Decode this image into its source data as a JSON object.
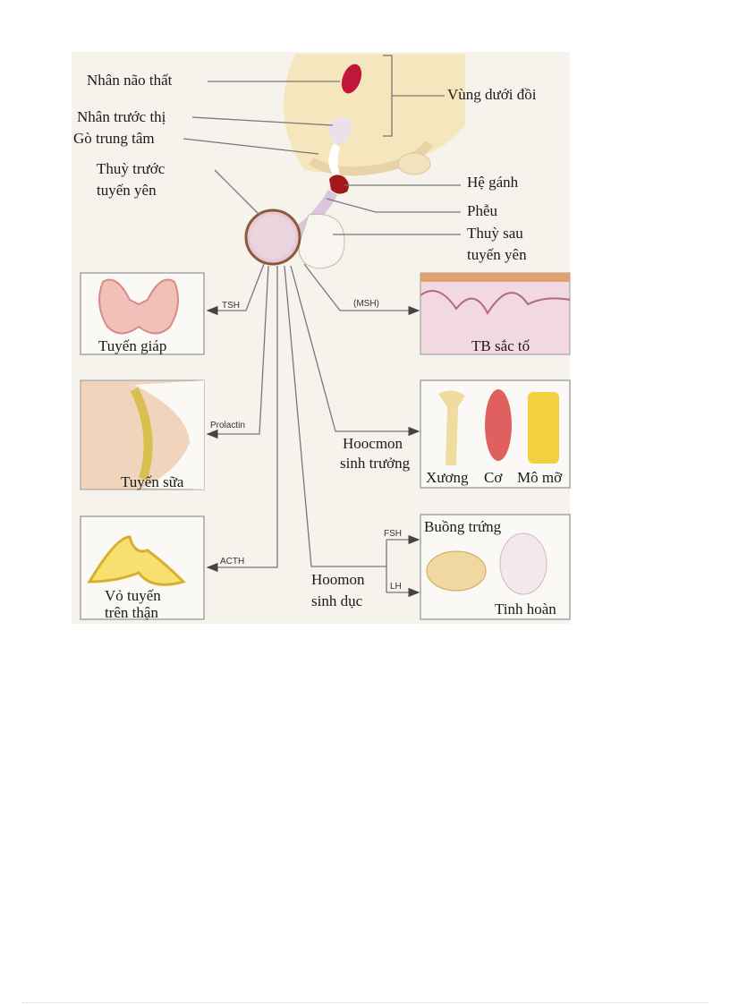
{
  "diagram": {
    "labels": {
      "paraventricular": "Nhân não thất",
      "hypothalamus": "Vùng dưới đồi",
      "preoptic": "Nhân trước thị",
      "median_eminence": "Gò trung tâm",
      "anterior_lobe_1": "Thuỳ trước",
      "anterior_lobe_2": "tuyến yên",
      "portal_system": "Hệ gánh",
      "infundibulum": "Phễu",
      "posterior_lobe_1": "Thuỳ sau",
      "posterior_lobe_2": "tuyến yên"
    },
    "hormones": {
      "tsh": "TSH",
      "msh": "(MSH)",
      "prolactin": "Prolactin",
      "gh_1": "Hoocmon",
      "gh_2": "sinh trưởng",
      "acth": "ACTH",
      "sex_1": "Hoomon",
      "sex_2": "sinh dục",
      "fsh": "FSH",
      "lh": "LH"
    },
    "targets": {
      "thyroid": "Tuyến giáp",
      "pigment_cells": "TB sắc tố",
      "mammary": "Tuyến sữa",
      "bone": "Xương",
      "muscle": "Cơ",
      "fat": "Mô mỡ",
      "adrenal_1": "Vỏ tuyến",
      "adrenal_2": "trên thận",
      "ovary": "Buồng trứng",
      "testis": "Tinh hoàn"
    }
  }
}
